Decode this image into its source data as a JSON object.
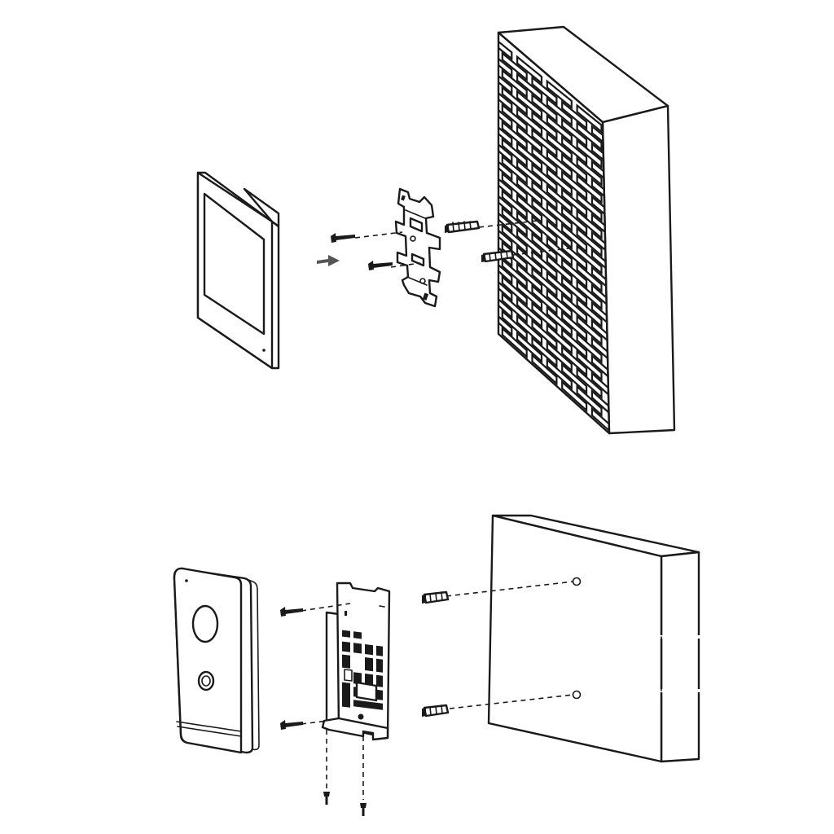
{
  "figure": {
    "panels": [
      {
        "id": "indoor-monitor-installation",
        "components": [
          "indoor-monitor",
          "mounting-plate",
          "screw",
          "screw",
          "wall-anchor",
          "wall-anchor",
          "brick-wall"
        ]
      },
      {
        "id": "door-station-installation",
        "components": [
          "door-station",
          "mounting-bracket",
          "screw",
          "screw",
          "wall-anchor",
          "wall-anchor",
          "bottom-screw",
          "bottom-screw",
          "wall"
        ]
      }
    ],
    "line_color": "#1a1a1a",
    "background_color": "#ffffff"
  }
}
